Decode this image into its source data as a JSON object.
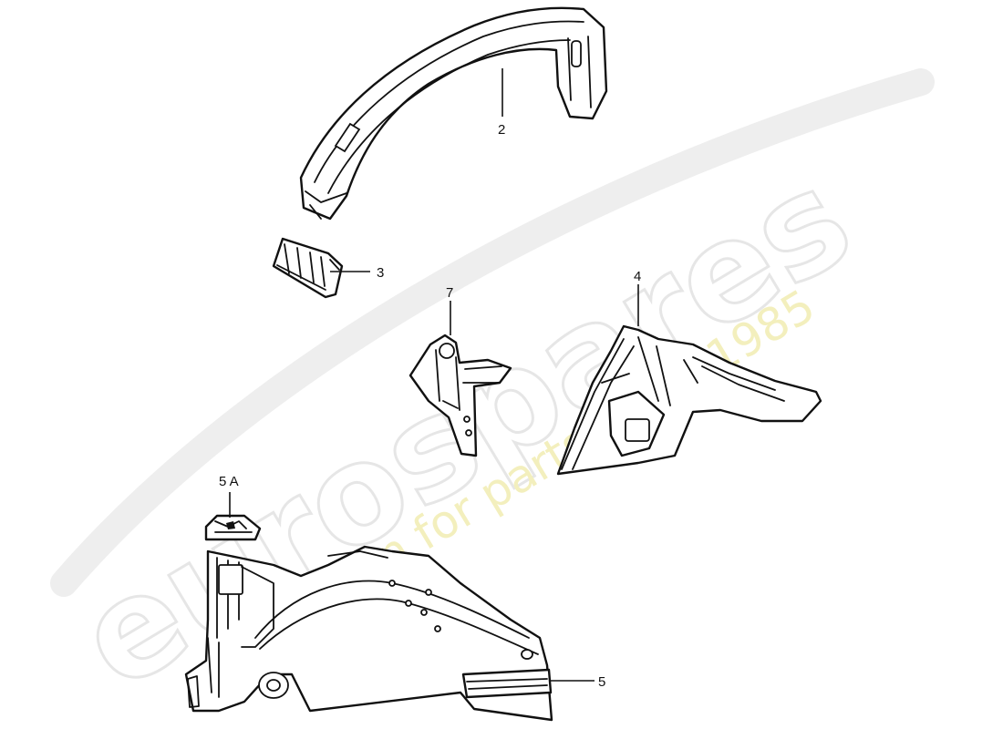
{
  "watermark": {
    "logo_text": "eurospares",
    "tagline": "a passion for parts since 1985",
    "logo_color": "#e6e6e6",
    "tagline_color": "#f3efbd"
  },
  "callouts": {
    "part_2": "2",
    "part_3": "3",
    "part_4": "4",
    "part_5": "5",
    "part_5a": "5 A",
    "part_7": "7"
  },
  "colors": {
    "line": "#111111",
    "background": "#ffffff"
  }
}
